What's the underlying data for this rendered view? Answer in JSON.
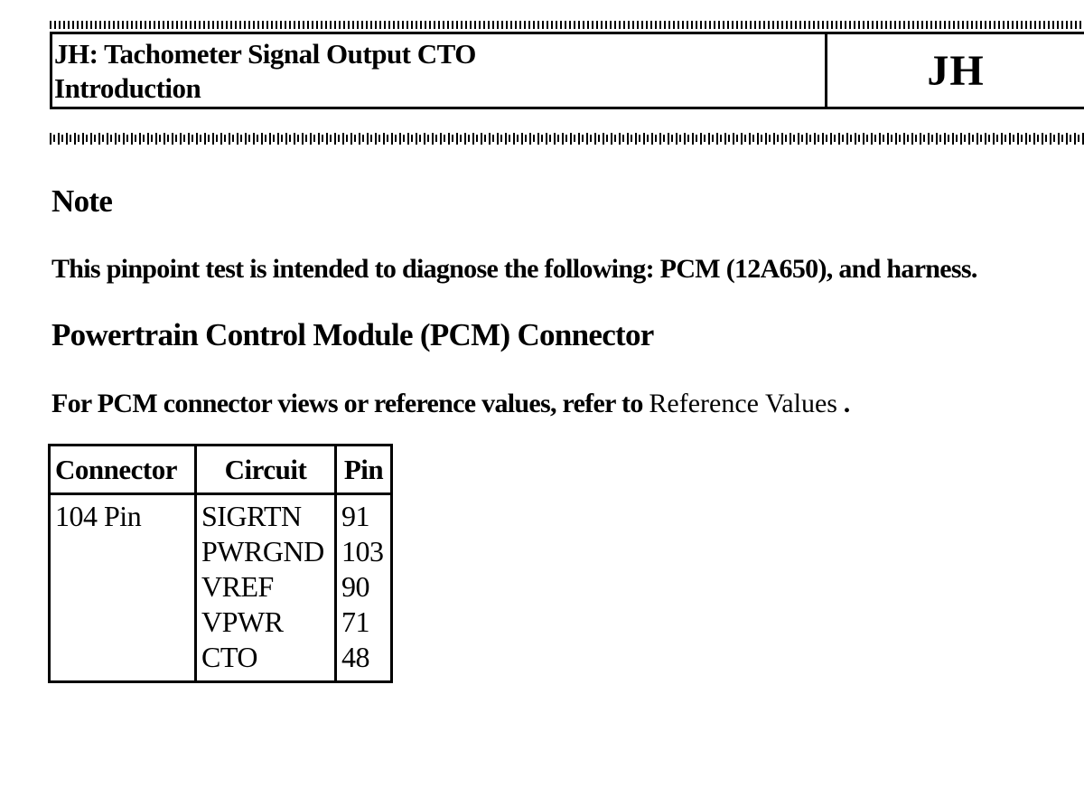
{
  "header": {
    "title_line1": "JH: Tachometer Signal Output CTO",
    "title_line2": "Introduction",
    "code": "JH"
  },
  "note": {
    "heading": "Note",
    "body": "This pinpoint test is intended to diagnose the following: PCM (12A650), and harness."
  },
  "pcm_section": {
    "heading": "Powertrain Control Module (PCM) Connector",
    "refer_prefix": "For PCM connector views or reference values, refer to ",
    "refer_link": "Reference Values",
    "refer_suffix": " ."
  },
  "table": {
    "headers": [
      "Connector",
      "Circuit",
      "Pin"
    ],
    "rows": [
      {
        "connector": "104 Pin",
        "circuits": [
          "SIGRTN",
          "PWRGND",
          "VREF",
          "VPWR",
          "CTO"
        ],
        "pins": [
          "91",
          "103",
          "90",
          "71",
          "48"
        ]
      }
    ]
  }
}
